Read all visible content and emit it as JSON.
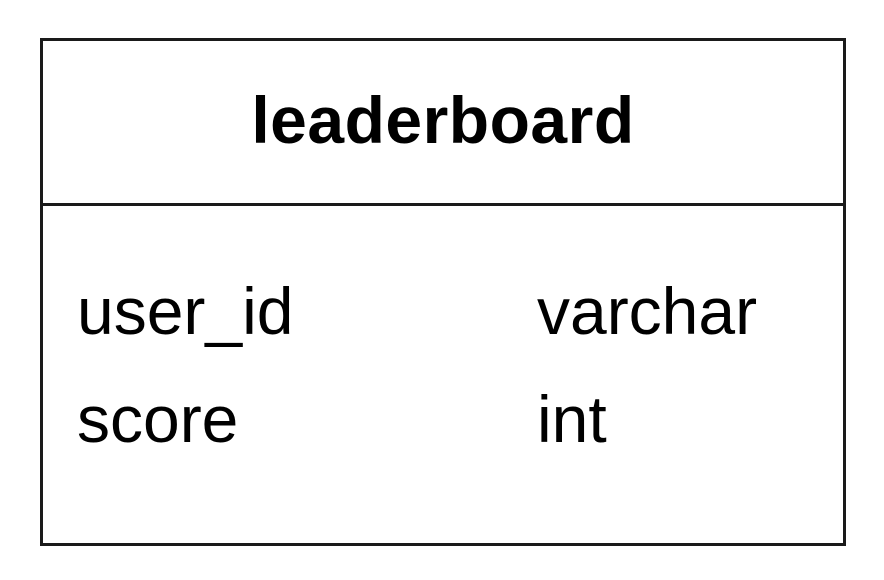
{
  "entity": {
    "name": "leaderboard",
    "fields": [
      {
        "name": "user_id",
        "type": "varchar"
      },
      {
        "name": "score",
        "type": "int"
      }
    ]
  },
  "colors": {
    "border": "#1a1a1a",
    "text": "#000000",
    "background": "#ffffff"
  }
}
